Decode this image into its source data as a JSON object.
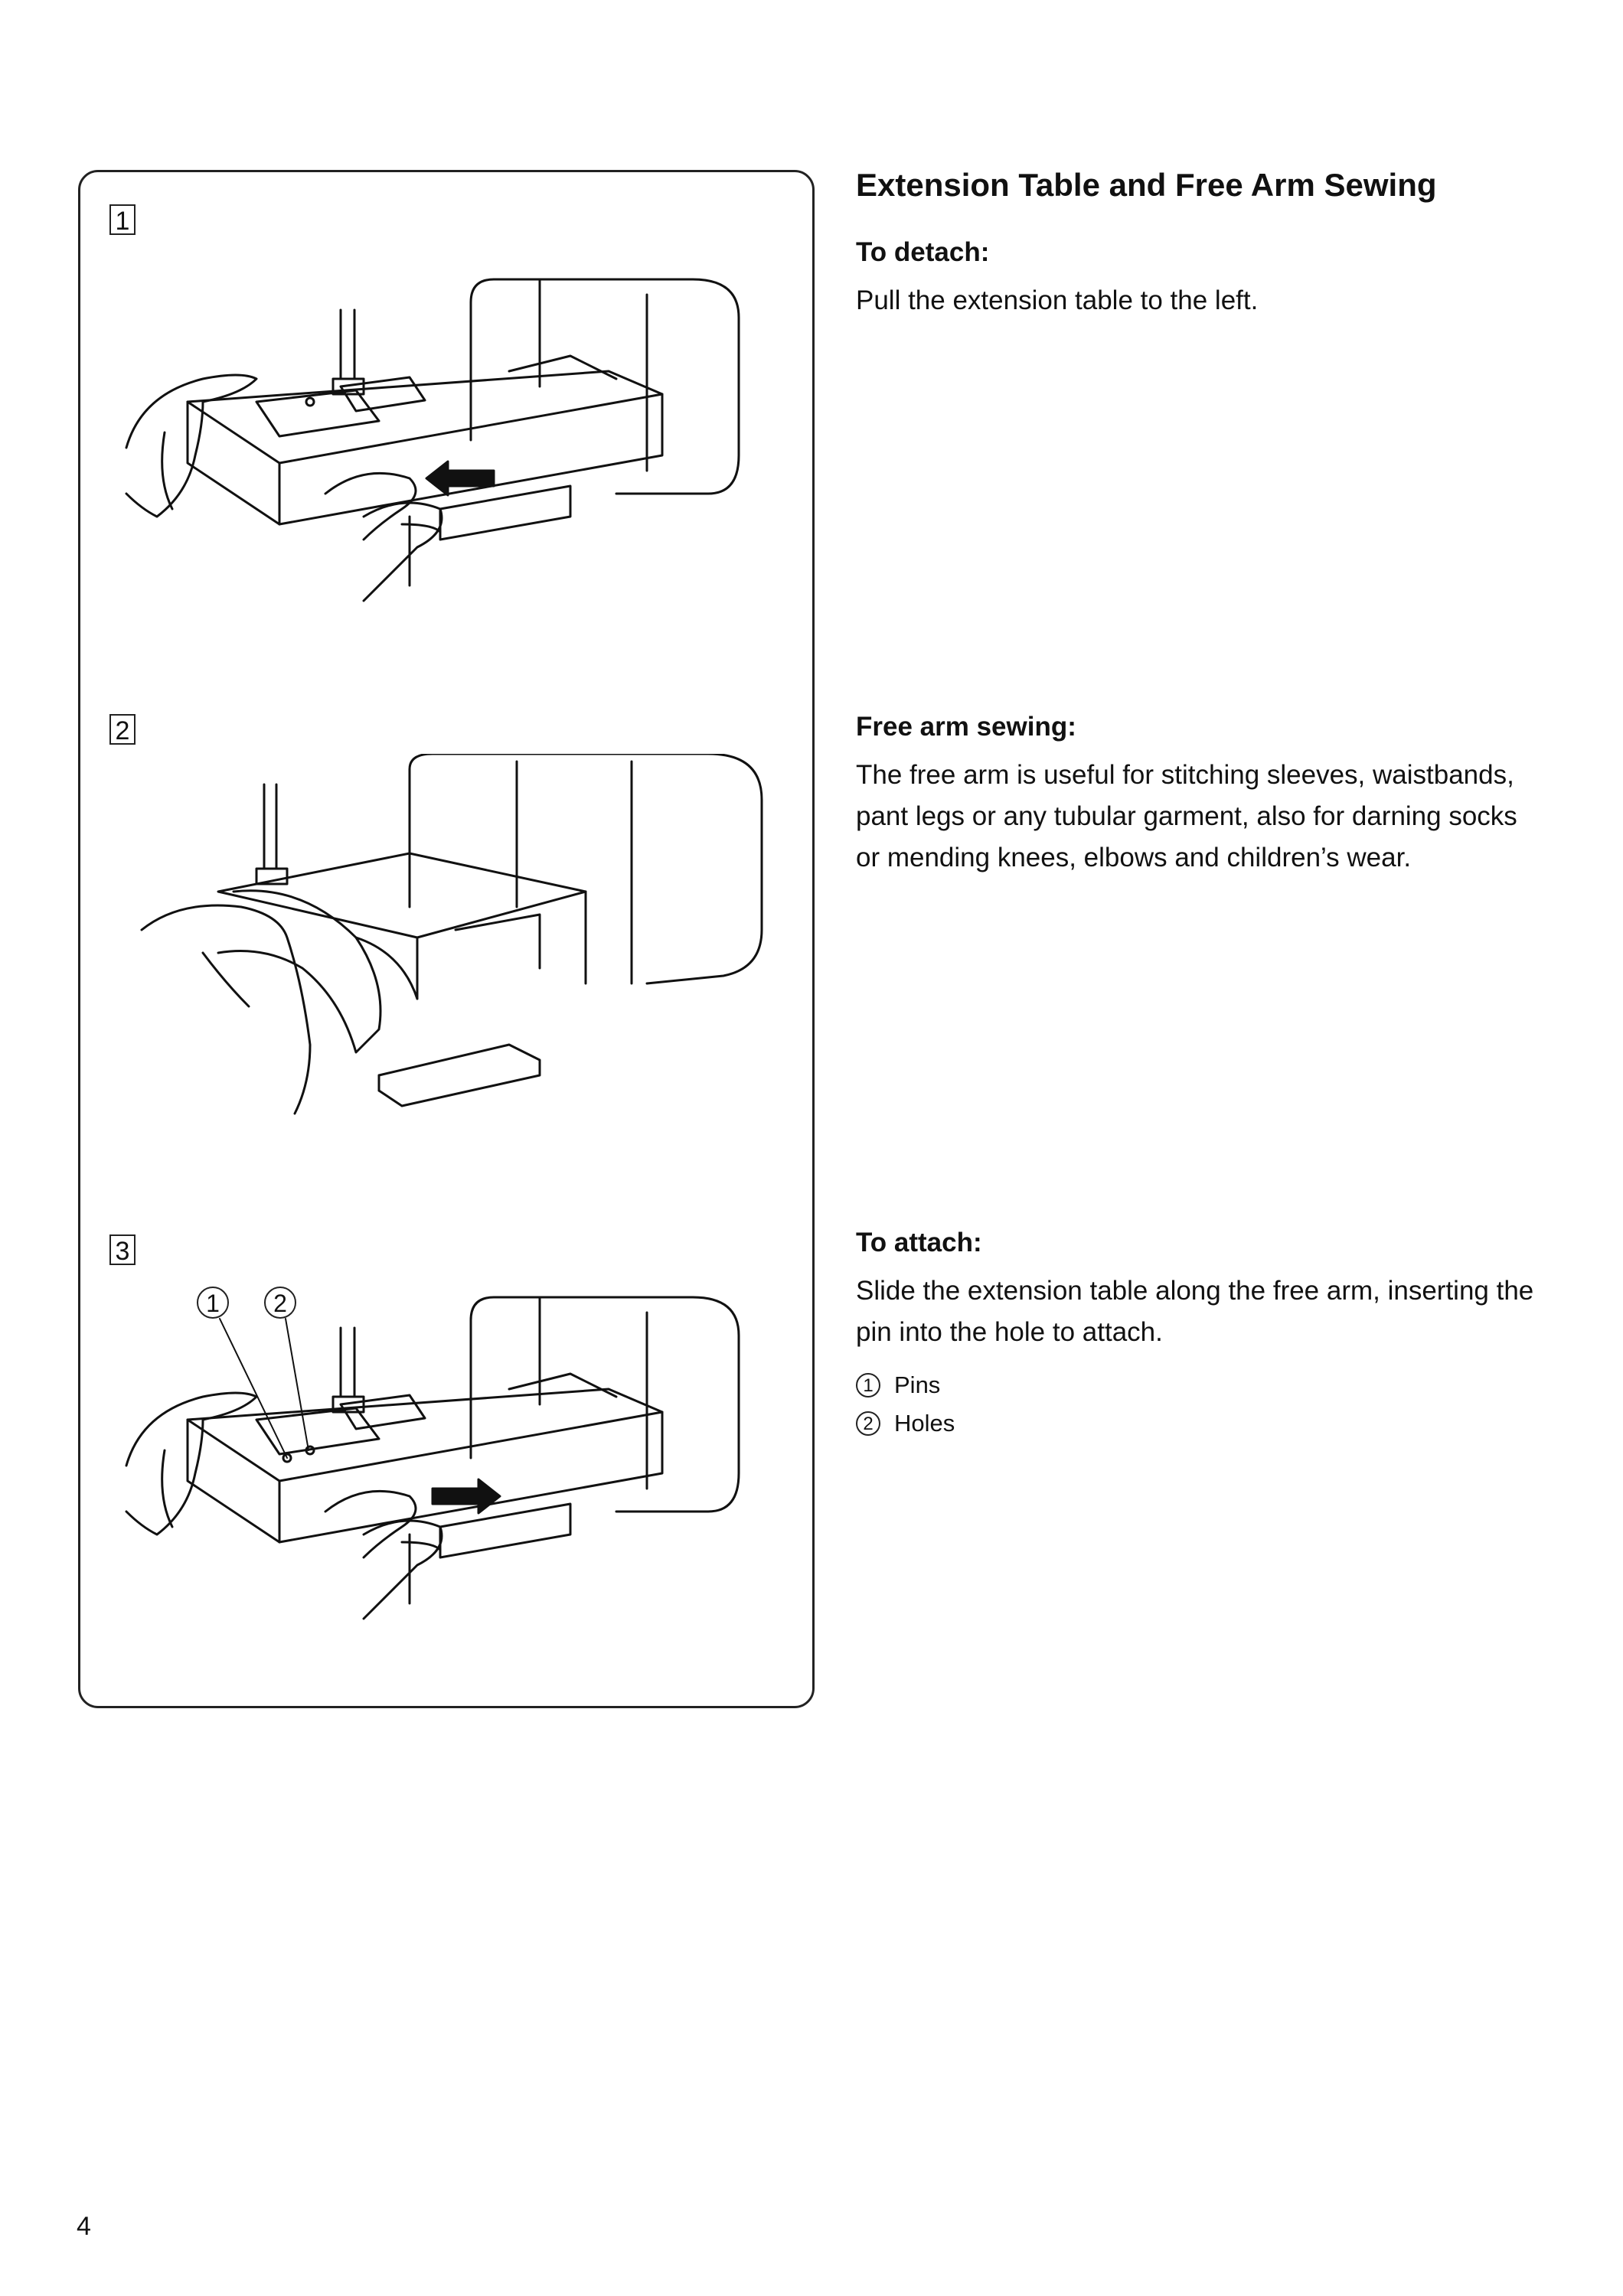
{
  "page": {
    "title": "Extension Table and Free Arm Sewing",
    "page_number": "4"
  },
  "figure": {
    "steps": [
      "1",
      "2",
      "3"
    ],
    "callouts": [
      "1",
      "2"
    ]
  },
  "sections": {
    "detach": {
      "heading": "To detach:",
      "text": "Pull the extension table to the left."
    },
    "free_arm": {
      "heading": "Free arm sewing:",
      "text": "The free arm is useful for stitching sleeves, waistbands, pant legs or any tubular garment, also for darning socks or mending knees, elbows and children’s wear."
    },
    "attach": {
      "heading": "To attach:",
      "text": "Slide the extension table along the free arm, inserting the pin into the hole to attach.",
      "legend": [
        {
          "mark": "1",
          "label": "Pins"
        },
        {
          "mark": "2",
          "label": "Holes"
        }
      ]
    }
  }
}
